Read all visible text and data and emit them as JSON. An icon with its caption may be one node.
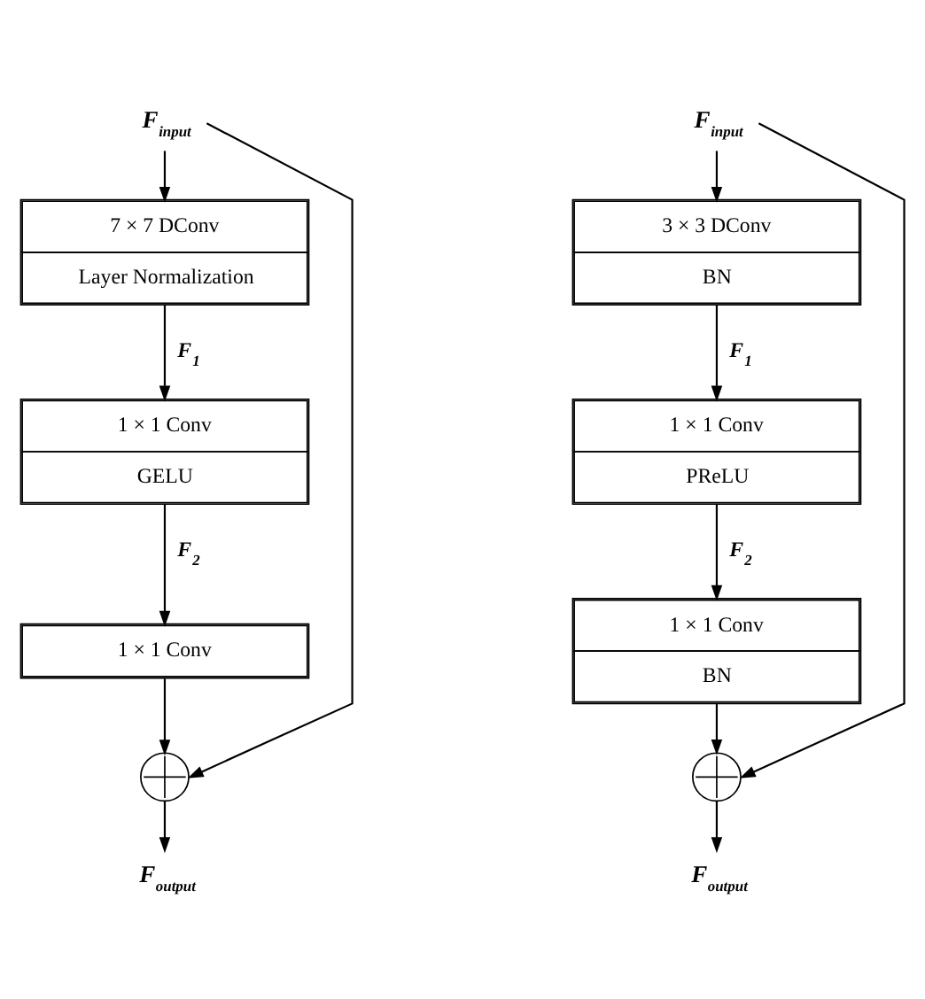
{
  "diagram": {
    "nodes": [
      {
        "text": [
          "F$_{input}$"
        ]
      },
      {
        "text": [
          "7 × 7 DConv",
          "Layer Normalization"
        ]
      },
      {
        "text": [
          "1 × 1 Conv",
          "GELU"
        ]
      },
      {
        "text": [
          "1 × 1 Conv"
        ]
      },
      {
        "text": [],
        "shape": "circle"
      },
      {
        "text": [
          "F$_{output}$"
        ]
      },
      {
        "text": [
          "F$_{input}$"
        ]
      },
      {
        "text": [
          "3 × 3 DConv",
          "BN"
        ]
      },
      {
        "text": [
          "1 × 1 Conv",
          "PReLU"
        ]
      },
      {
        "text": [
          "1 × 1 Conv",
          "BN"
        ]
      },
      {
        "text": [],
        "shape": "circle"
      },
      {
        "text": [
          "F$_{output}$"
        ]
      }
    ],
    "edges": [
      {
        "from": 0,
        "to": 1,
        "arrow": "to"
      },
      {
        "from": 1,
        "to": 2,
        "arrow": "to",
        "label": "F$_{1}$"
      },
      {
        "from": 2,
        "to": 3,
        "arrow": "to",
        "label": "F$_{2}$"
      },
      {
        "from": 3,
        "to": 4,
        "arrow": "to"
      },
      {
        "from": 0,
        "to": 4,
        "arrow": "to"
      },
      {
        "from": 4,
        "to": 5,
        "arrow": "to"
      },
      {
        "from": 6,
        "to": 7,
        "arrow": "to"
      },
      {
        "from": 7,
        "to": 8,
        "arrow": "to",
        "label": "F$_{1}$"
      },
      {
        "from": 8,
        "to": 9,
        "arrow": "to",
        "label": "F$_{2}$"
      },
      {
        "from": 9,
        "to": 10,
        "arrow": "to"
      },
      {
        "from": 6,
        "to": 10,
        "arrow": "to"
      },
      {
        "from": 10,
        "to": 11,
        "arrow": "to"
      }
    ]
  }
}
